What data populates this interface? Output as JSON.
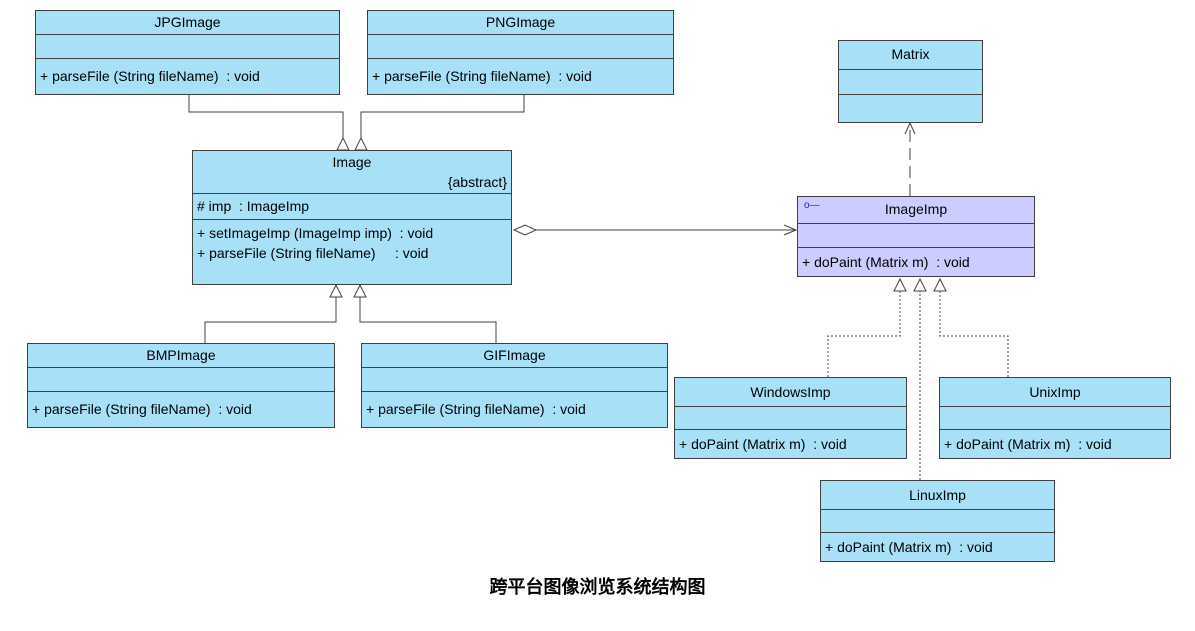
{
  "classes": {
    "jpg": {
      "name": "JPGImage",
      "ops": [
        "+ parseFile (String fileName)  : void"
      ]
    },
    "png": {
      "name": "PNGImage",
      "ops": [
        "+ parseFile (String fileName)  : void"
      ]
    },
    "image": {
      "name": "Image",
      "stereotype": "{abstract}",
      "attrs": [
        "# imp  : ImageImp"
      ],
      "ops": [
        "+ setImageImp (ImageImp imp)  : void",
        "+ parseFile (String fileName)     : void"
      ]
    },
    "bmp": {
      "name": "BMPImage",
      "ops": [
        "+ parseFile (String fileName)  : void"
      ]
    },
    "gif": {
      "name": "GIFImage",
      "ops": [
        "+ parseFile (String fileName)  : void"
      ]
    },
    "matrix": {
      "name": "Matrix"
    },
    "imageimp": {
      "name": "ImageImp",
      "icon": "interface-icon",
      "ops": [
        "+ doPaint (Matrix m)  : void"
      ]
    },
    "windows": {
      "name": "WindowsImp",
      "ops": [
        "+ doPaint (Matrix m)  : void"
      ]
    },
    "unix": {
      "name": "UnixImp",
      "ops": [
        "+ doPaint (Matrix m)  : void"
      ]
    },
    "linux": {
      "name": "LinuxImp",
      "ops": [
        "+ doPaint (Matrix m)  : void"
      ]
    }
  },
  "caption": "跨平台图像浏览系统结构图"
}
